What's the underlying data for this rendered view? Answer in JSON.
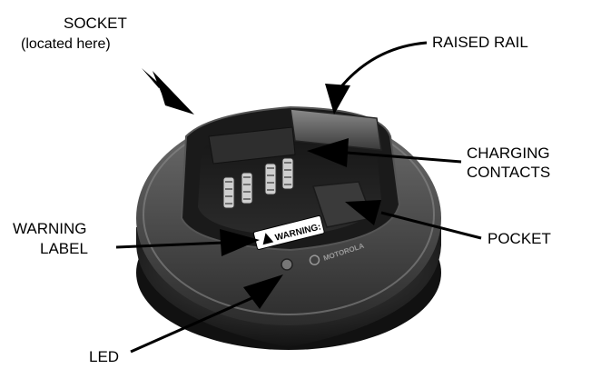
{
  "callouts": {
    "socket": {
      "line1": "SOCKET",
      "line2": "(located here)"
    },
    "raised_rail": "RAISED RAIL",
    "charging_contacts": {
      "line1": "CHARGING",
      "line2": "CONTACTS"
    },
    "warning_label": {
      "line1": "WARNING",
      "line2": "LABEL"
    },
    "pocket": "POCKET",
    "led": "LED"
  },
  "device": {
    "warning_decal_text": "WARNING:",
    "brand_text": "MOTOROLA"
  },
  "colors": {
    "body_dark": "#1c1c1c",
    "body_mid": "#3a3a3a",
    "highlight": "#7a7a7a",
    "label_white": "#ffffff",
    "ink": "#000000"
  }
}
